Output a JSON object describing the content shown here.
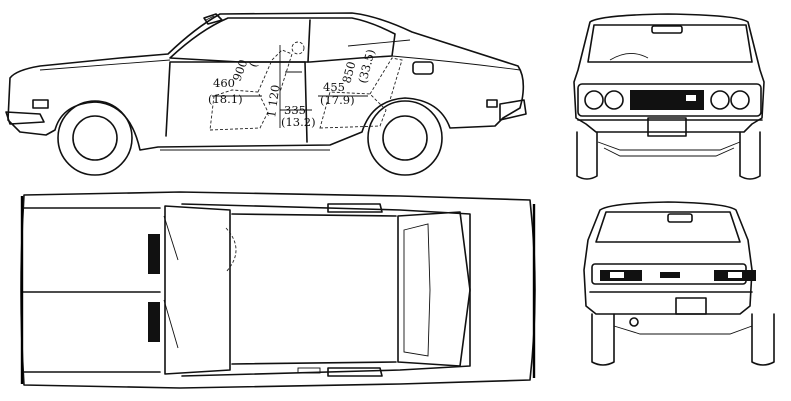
{
  "drawing": {
    "views": [
      "side-view",
      "front-view",
      "top-view",
      "rear-view"
    ],
    "dimensions": {
      "d1": "460",
      "d1_in": "(18.1)",
      "d2": "900",
      "d2_in": "(",
      "d3": "1 120",
      "d4": "335",
      "d4_in": "(13.2)",
      "d5": "455",
      "d5_in": "(17.9)",
      "d6": "850",
      "d6_in": "(33.5)"
    },
    "colors": {
      "ink": "#111111",
      "paper": "#ffffff"
    }
  }
}
